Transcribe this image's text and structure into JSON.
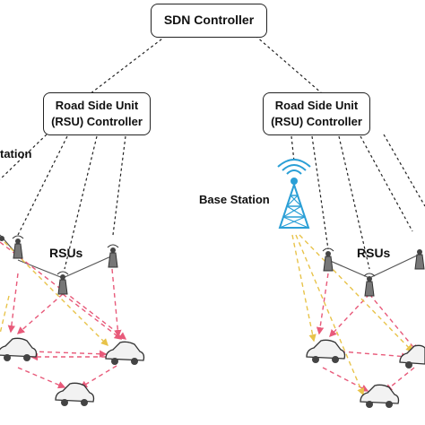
{
  "sdn_controller": {
    "label": "SDN Controller"
  },
  "rsu_controller_left": {
    "line1": "Road Side Unit",
    "line2": "(RSU) Controller"
  },
  "rsu_controller_right": {
    "line1": "Road Side Unit",
    "line2": "(RSU) Controller"
  },
  "base_station_left": {
    "label": "tation"
  },
  "base_station_right": {
    "label": "Base Station"
  },
  "rsus_left": {
    "label": "RSUs"
  },
  "rsus_right": {
    "label": "RSUs"
  },
  "colors": {
    "link_pink": "#e85a7a",
    "link_yellow": "#e8c34a",
    "tower_blue": "#2a9fd6",
    "outline": "#222222"
  }
}
